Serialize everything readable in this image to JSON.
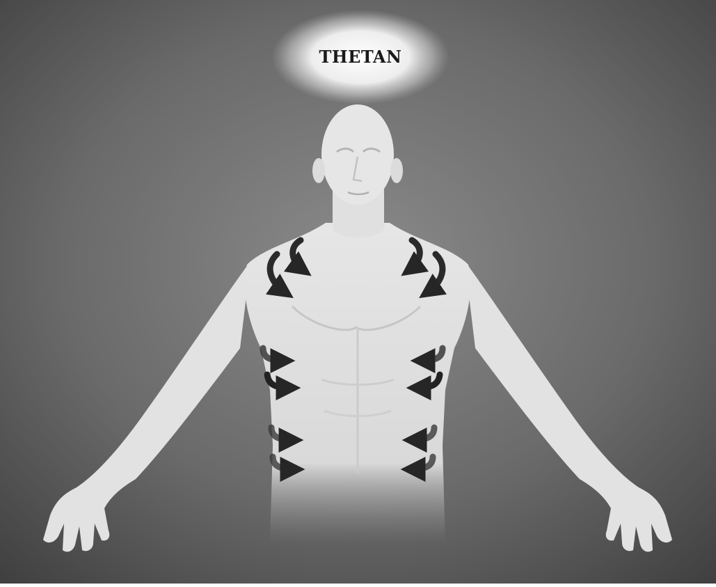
{
  "figure": {
    "halo_label": "THETAN"
  },
  "colors": {
    "background_dark": "#3a3a3a",
    "background_light": "#7c7c7c",
    "figure_skin": "#e4e4e4",
    "halo": "#ffffff",
    "arrow": "#2b2b2b"
  },
  "icons": {
    "halo": "glowing-halo",
    "body": "human-torso-figure",
    "arrow": "curved-arrow-inward"
  }
}
